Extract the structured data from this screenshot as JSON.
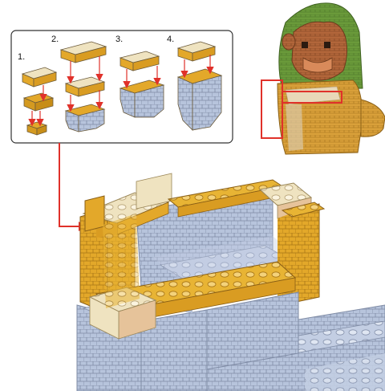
{
  "steps_panel": {
    "steps": [
      {
        "label": "1."
      },
      {
        "label": "2."
      },
      {
        "label": "3."
      },
      {
        "label": "4."
      }
    ]
  },
  "colors": {
    "yellow": "#e3a82a",
    "yellow_dark": "#b07c12",
    "cream": "#f2e6c4",
    "tan": "#e6c39a",
    "blue_grey": "#b7c4dc",
    "blue_grey_dark": "#8e9ab3",
    "green": "#6a9a3a",
    "brown": "#a0522d",
    "arrow_red": "#e0312a"
  },
  "icons": [
    "monkey-reference-model",
    "red-callout-arrow",
    "highlight-box"
  ]
}
